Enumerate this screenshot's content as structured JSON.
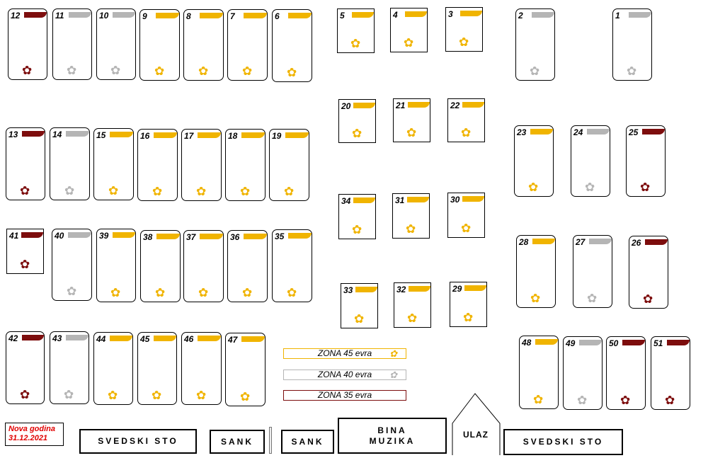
{
  "zone_colors": {
    "z45": "#f0b400",
    "z40": "#b5b5b5",
    "z35": "#7d0d0d"
  },
  "tables": [
    {
      "id": "12",
      "zone": "z35"
    },
    {
      "id": "11",
      "zone": "z40"
    },
    {
      "id": "10",
      "zone": "z40"
    },
    {
      "id": "9",
      "zone": "z45"
    },
    {
      "id": "8",
      "zone": "z45"
    },
    {
      "id": "7",
      "zone": "z45"
    },
    {
      "id": "6",
      "zone": "z45"
    },
    {
      "id": "5",
      "zone": "z45"
    },
    {
      "id": "4",
      "zone": "z45"
    },
    {
      "id": "3",
      "zone": "z45"
    },
    {
      "id": "2",
      "zone": "z40"
    },
    {
      "id": "1",
      "zone": "z40"
    },
    {
      "id": "20",
      "zone": "z45"
    },
    {
      "id": "21",
      "zone": "z45"
    },
    {
      "id": "22",
      "zone": "z45"
    },
    {
      "id": "13",
      "zone": "z35"
    },
    {
      "id": "14",
      "zone": "z40"
    },
    {
      "id": "15",
      "zone": "z45"
    },
    {
      "id": "16",
      "zone": "z45"
    },
    {
      "id": "17",
      "zone": "z45"
    },
    {
      "id": "18",
      "zone": "z45"
    },
    {
      "id": "19",
      "zone": "z45"
    },
    {
      "id": "23",
      "zone": "z45"
    },
    {
      "id": "24",
      "zone": "z40"
    },
    {
      "id": "25",
      "zone": "z35"
    },
    {
      "id": "34",
      "zone": "z45"
    },
    {
      "id": "31",
      "zone": "z45"
    },
    {
      "id": "30",
      "zone": "z45"
    },
    {
      "id": "41",
      "zone": "z35"
    },
    {
      "id": "40",
      "zone": "z40"
    },
    {
      "id": "39",
      "zone": "z45"
    },
    {
      "id": "38",
      "zone": "z45"
    },
    {
      "id": "37",
      "zone": "z45"
    },
    {
      "id": "36",
      "zone": "z45"
    },
    {
      "id": "35",
      "zone": "z45"
    },
    {
      "id": "28",
      "zone": "z45"
    },
    {
      "id": "27",
      "zone": "z40"
    },
    {
      "id": "26",
      "zone": "z35"
    },
    {
      "id": "33",
      "zone": "z45"
    },
    {
      "id": "32",
      "zone": "z45"
    },
    {
      "id": "29",
      "zone": "z45"
    },
    {
      "id": "42",
      "zone": "z35"
    },
    {
      "id": "43",
      "zone": "z40"
    },
    {
      "id": "44",
      "zone": "z45"
    },
    {
      "id": "45",
      "zone": "z45"
    },
    {
      "id": "46",
      "zone": "z45"
    },
    {
      "id": "47",
      "zone": "z45"
    },
    {
      "id": "48",
      "zone": "z45"
    },
    {
      "id": "49",
      "zone": "z40"
    },
    {
      "id": "50",
      "zone": "z35"
    },
    {
      "id": "51",
      "zone": "z35"
    }
  ],
  "legend": [
    {
      "label": "ZONA 45 evra",
      "zone": "z45"
    },
    {
      "label": "ZONA 40 evra",
      "zone": "z40"
    },
    {
      "label": "ZONA 35 evra",
      "zone": "z35"
    }
  ],
  "event": {
    "line1": "Nova godina",
    "line2": "31.12.2021"
  },
  "stations": {
    "buffet_left": "SVEDSKI STO",
    "bar_left": "SANK",
    "bar_right": "SANK",
    "stage": "BINA\nMUZIKA",
    "entrance": "ULAZ",
    "buffet_right": "SVEDSKI STO"
  }
}
